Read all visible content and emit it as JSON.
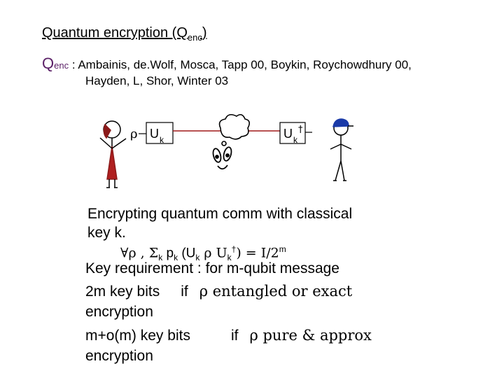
{
  "title": {
    "main": "Quantum encryption (Q",
    "sub": "enc",
    "close": ")"
  },
  "refs": {
    "q": "Q",
    "q_sub": "enc",
    "line1": " : Ambainis, de.Wolf, Mosca, Tapp 00, Boykin, Roychowdhury 00,",
    "line2": "Hayden, L, Shor, Winter 03"
  },
  "diagram": {
    "rho": "ρ",
    "u_left": "U",
    "u_left_sub": "k",
    "u_right": "U",
    "u_right_sub": "k",
    "u_right_sup": "†"
  },
  "body": {
    "line1": "Encrypting quantum comm with classical",
    "line2": "key k.",
    "formula": {
      "forall": "∀ρ , Σ",
      "k1": "k",
      "p": " p",
      "k2": "k",
      "paren_open": " (U",
      "k3": "k",
      "rho": " ρ U",
      "k4": "k",
      "dagger": "†",
      "rest": ") = I/2",
      "m": "m"
    },
    "line4": "Key requirement : for m-qubit message",
    "line5_a": "2m key bits",
    "line5_b": "if",
    "line5_c": "ρ entangled or exact",
    "line6": "encryption",
    "line7_a": "m+o(m) key bits",
    "line7_b": "if",
    "line7_c": "ρ pure & approx",
    "line8": "encryption"
  }
}
